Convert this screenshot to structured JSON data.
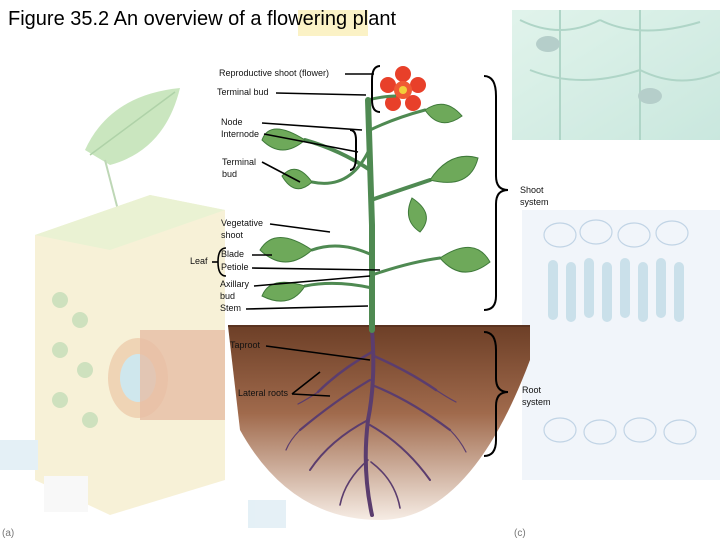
{
  "title": "Figure 35.2 An overview of a flowering plant",
  "labels": {
    "reproductive_shoot": "Reproductive shoot (flower)",
    "terminal_bud_top": "Terminal bud",
    "node": "Node",
    "internode": "Internode",
    "terminal_bud_mid_1": "Terminal",
    "terminal_bud_mid_2": "bud",
    "vegetative_shoot_1": "Vegetative",
    "vegetative_shoot_2": "shoot",
    "leaf": "Leaf",
    "blade": "Blade",
    "petiole": "Petiole",
    "axillary_bud_1": "Axillary",
    "axillary_bud_2": "bud",
    "stem": "Stem",
    "taproot": "Taproot",
    "lateral_roots": "Lateral roots",
    "shoot_system_1": "Shoot",
    "shoot_system_2": "system",
    "root_system_1": "Root",
    "root_system_2": "system"
  },
  "panel_letters": {
    "left": "(a)",
    "right": "(c)"
  },
  "colors": {
    "soil_top": "#7a4a30",
    "soil_bottom": "#f3e6dc",
    "leaf": "#5f9a4e",
    "stem": "#4f8a52",
    "flower": "#e8402a",
    "root": "#5b3d6e",
    "cell_panel_top": "#bfe3d6",
    "cell_panel_bottom": "#e6eef6"
  }
}
